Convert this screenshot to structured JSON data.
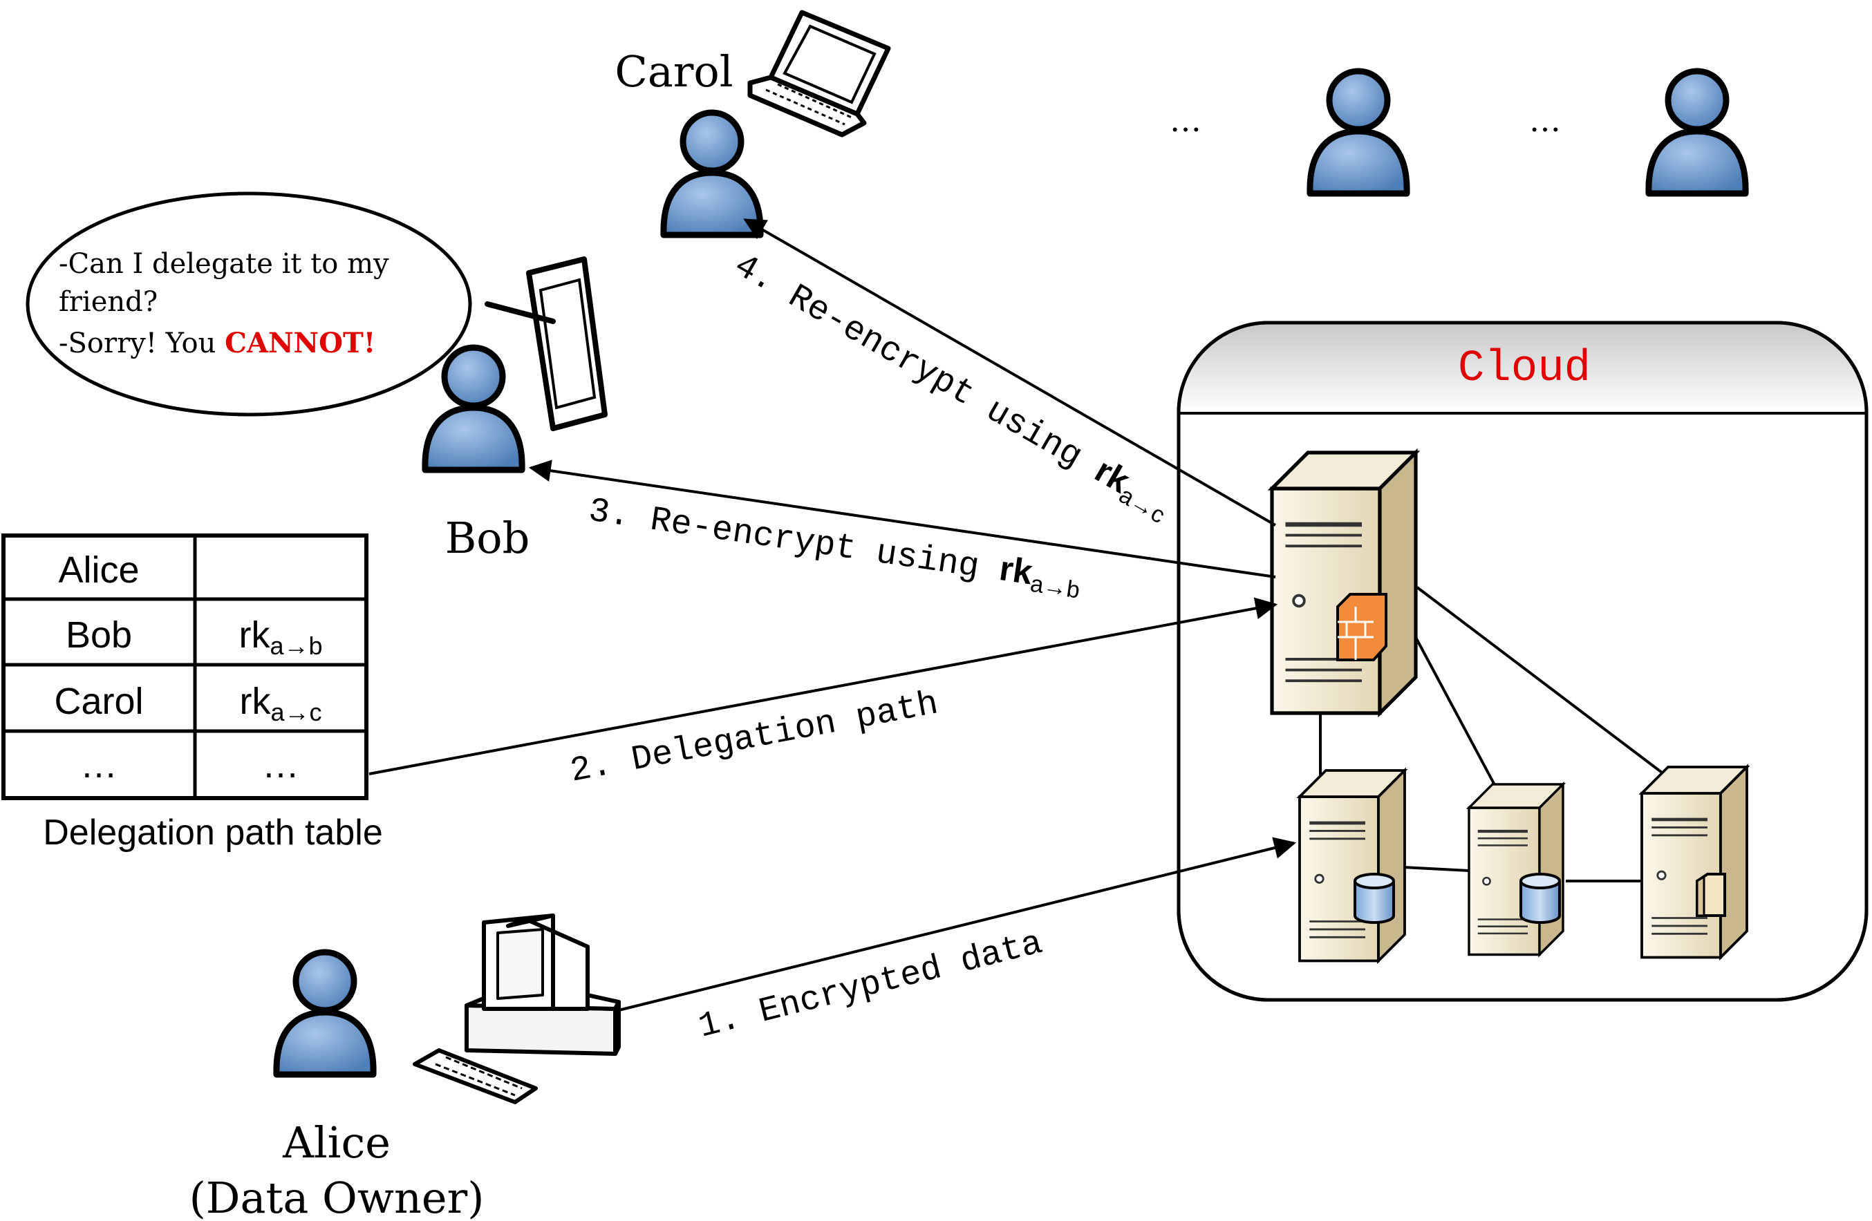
{
  "people": {
    "carol": "Carol",
    "bob": "Bob",
    "alice_name": "Alice",
    "alice_role": "(Data Owner)",
    "more_1": "…",
    "more_2": "…"
  },
  "speech_bubble": {
    "line1": "-Can I delegate it to my",
    "line2": "friend?",
    "line3_prefix": "-Sorry! You ",
    "line3_emphasis": "CANNOT!"
  },
  "cloud": {
    "title": "Cloud"
  },
  "table": {
    "caption": "Delegation path table",
    "rows": [
      {
        "name": "Alice",
        "key": "",
        "key_sub": ""
      },
      {
        "name": "Bob",
        "key": "rk",
        "key_sub": "a→b"
      },
      {
        "name": "Carol",
        "key": "rk",
        "key_sub": "a→c"
      },
      {
        "name": "…",
        "key": "…",
        "key_sub": ""
      }
    ]
  },
  "arrows": {
    "step1": "1. Encrypted data",
    "step2": "2. Delegation path",
    "step3_text": "3. Re-encrypt using ",
    "step3_key": "rk",
    "step3_sub": "a→b",
    "step4_text": "4. Re-encrypt using ",
    "step4_key": "rk",
    "step4_sub": "a→c"
  },
  "colors": {
    "user_fill": "#7aa4d6",
    "user_stroke": "#000000",
    "server_body": "#efe6cf",
    "server_side": "#c9b88e",
    "cloud_title": "#e00000",
    "cannot": "#e00000"
  }
}
